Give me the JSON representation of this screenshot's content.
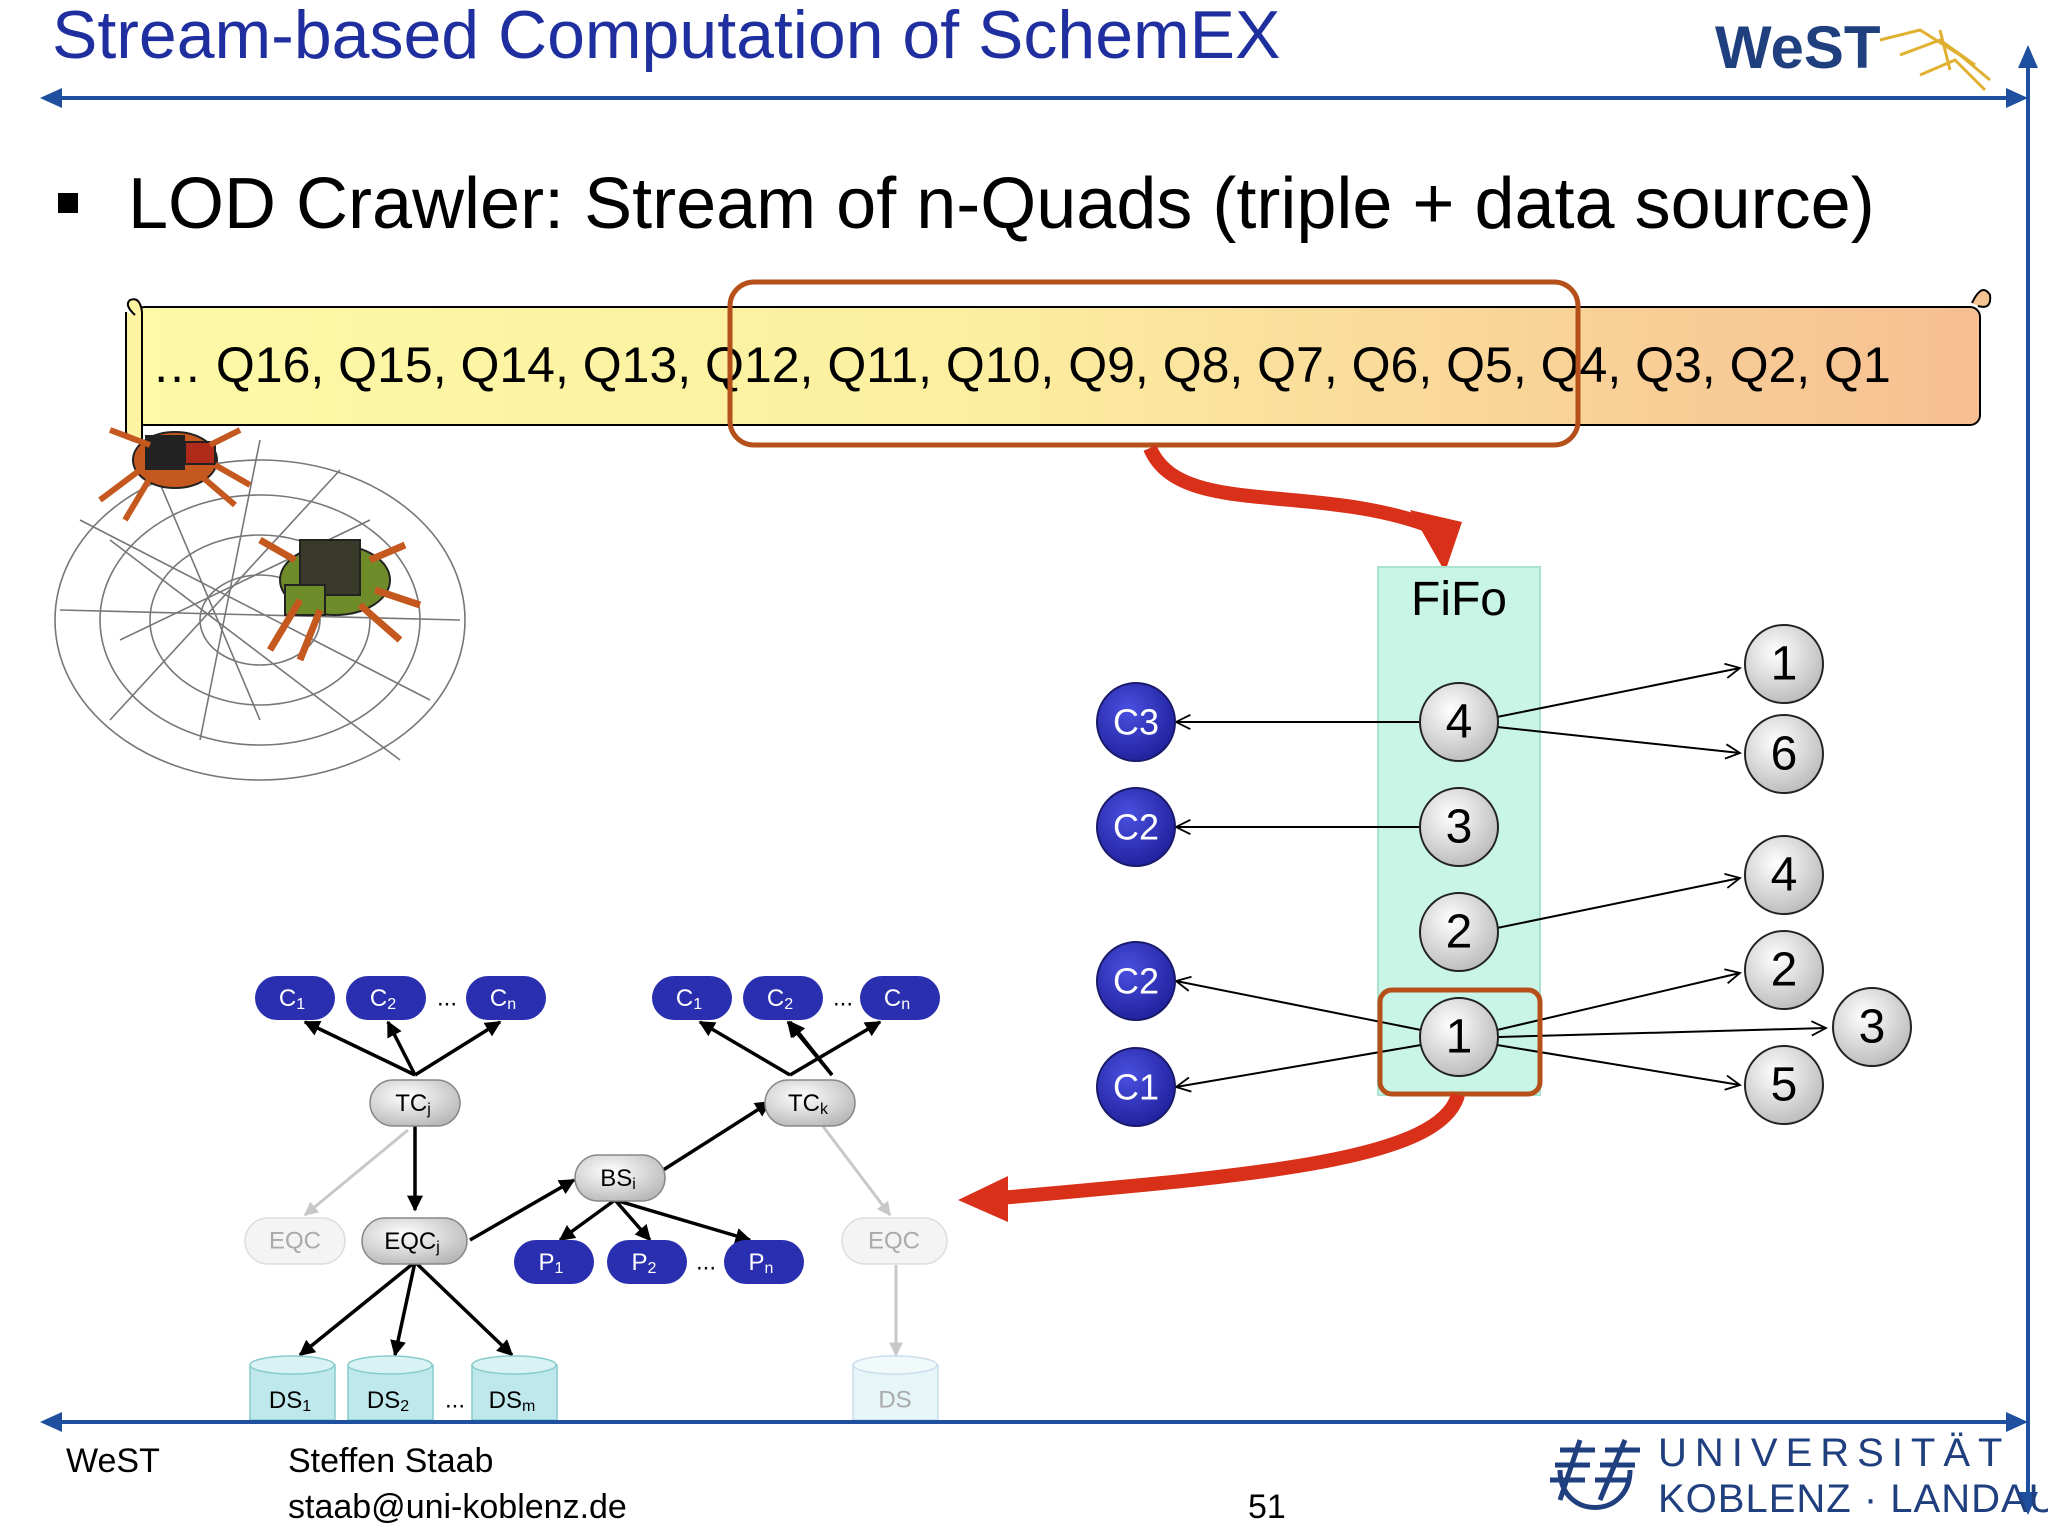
{
  "header": {
    "title": "Stream-based Computation of SchemEX",
    "logo_text": "WeST"
  },
  "bullet": {
    "text": "LOD Crawler: Stream of n-Quads (triple + data source)"
  },
  "stream": {
    "text": "…  Q16, Q15, Q14, Q13, Q12, Q11, Q10, Q9, Q8, Q7, Q6, Q5, Q4, Q3, Q2, Q1"
  },
  "fifo": {
    "label": "FiFo",
    "queue": [
      "4",
      "3",
      "2",
      "1"
    ],
    "class_nodes": [
      "C3",
      "C2",
      "C2",
      "C1"
    ],
    "target_nodes": [
      "1",
      "6",
      "4",
      "2",
      "3",
      "5"
    ]
  },
  "schema_graph": {
    "left_classes": [
      "C",
      "C",
      "C"
    ],
    "left_class_subs": [
      "1",
      "2",
      "n"
    ],
    "right_classes": [
      "C",
      "C",
      "C"
    ],
    "right_class_subs": [
      "1",
      "2",
      "n"
    ],
    "ellipsis": "...",
    "tc_left": "TC",
    "tc_left_sub": "j",
    "tc_right": "TC",
    "tc_right_sub": "k",
    "eqc_faded_left": "EQC",
    "eqc_main": "EQC",
    "eqc_main_sub": "j",
    "eqc_faded_right": "EQC",
    "bs": "BS",
    "bs_sub": "i",
    "properties": [
      "P",
      "P",
      "P"
    ],
    "property_subs": [
      "1",
      "2",
      "n"
    ],
    "datasources": [
      "DS",
      "DS",
      "DS"
    ],
    "datasource_subs": [
      "1",
      "2",
      "m"
    ],
    "ds_faded": "DS"
  },
  "footer": {
    "org": "WeST",
    "author": "Steffen Staab",
    "email": "staab@uni-koblenz.de",
    "page": "51",
    "uni_line1": "UNIVERSITÄT",
    "uni_line2": "KOBLENZ · LANDAU"
  },
  "colors": {
    "title_blue": "#1f2f9f",
    "rule_blue": "#1f4f9f",
    "highlight_orange": "#b5501a",
    "flow_red": "#d9301a",
    "class_node": "#2a2fb0",
    "fifo_bg": "#c9f5e6"
  }
}
